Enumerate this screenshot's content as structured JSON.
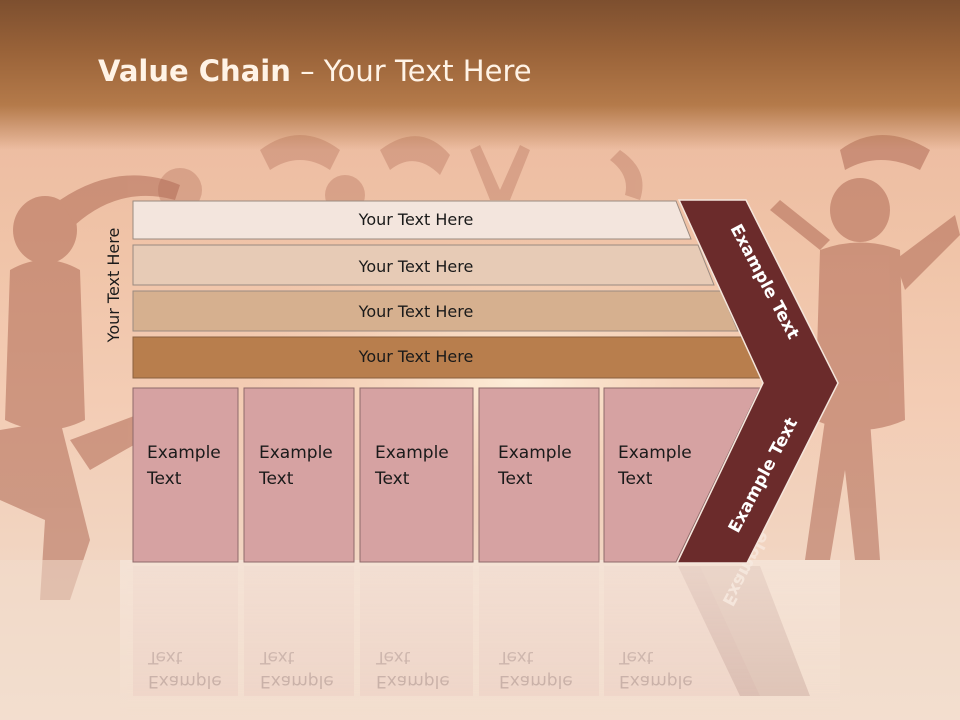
{
  "slide": {
    "title_bold": "Value Chain",
    "title_rest": " – Your Text Here",
    "side_label": "Your Text Here"
  },
  "bars": [
    {
      "label": "Your Text Here",
      "color": "#f3e5dd"
    },
    {
      "label": "Your Text Here",
      "color": "#e7cbb6"
    },
    {
      "label": "Your Text Here",
      "color": "#d6b08f"
    },
    {
      "label": "Your Text Here",
      "color": "#b87e4d"
    }
  ],
  "boxes": [
    {
      "line1": "Example",
      "line2": "Text"
    },
    {
      "line1": "Example",
      "line2": "Text"
    },
    {
      "line1": "Example",
      "line2": "Text"
    },
    {
      "line1": "Example",
      "line2": "Text"
    },
    {
      "line1": "Example",
      "line2": "Text"
    }
  ],
  "chevron": {
    "top_label": "Example Text",
    "bottom_label": "Example Text",
    "color": "#6b2b2b"
  },
  "colors": {
    "box_fill": "#d6a2a2",
    "box_stroke": "#8f6a6a",
    "header": "#9a6339"
  }
}
